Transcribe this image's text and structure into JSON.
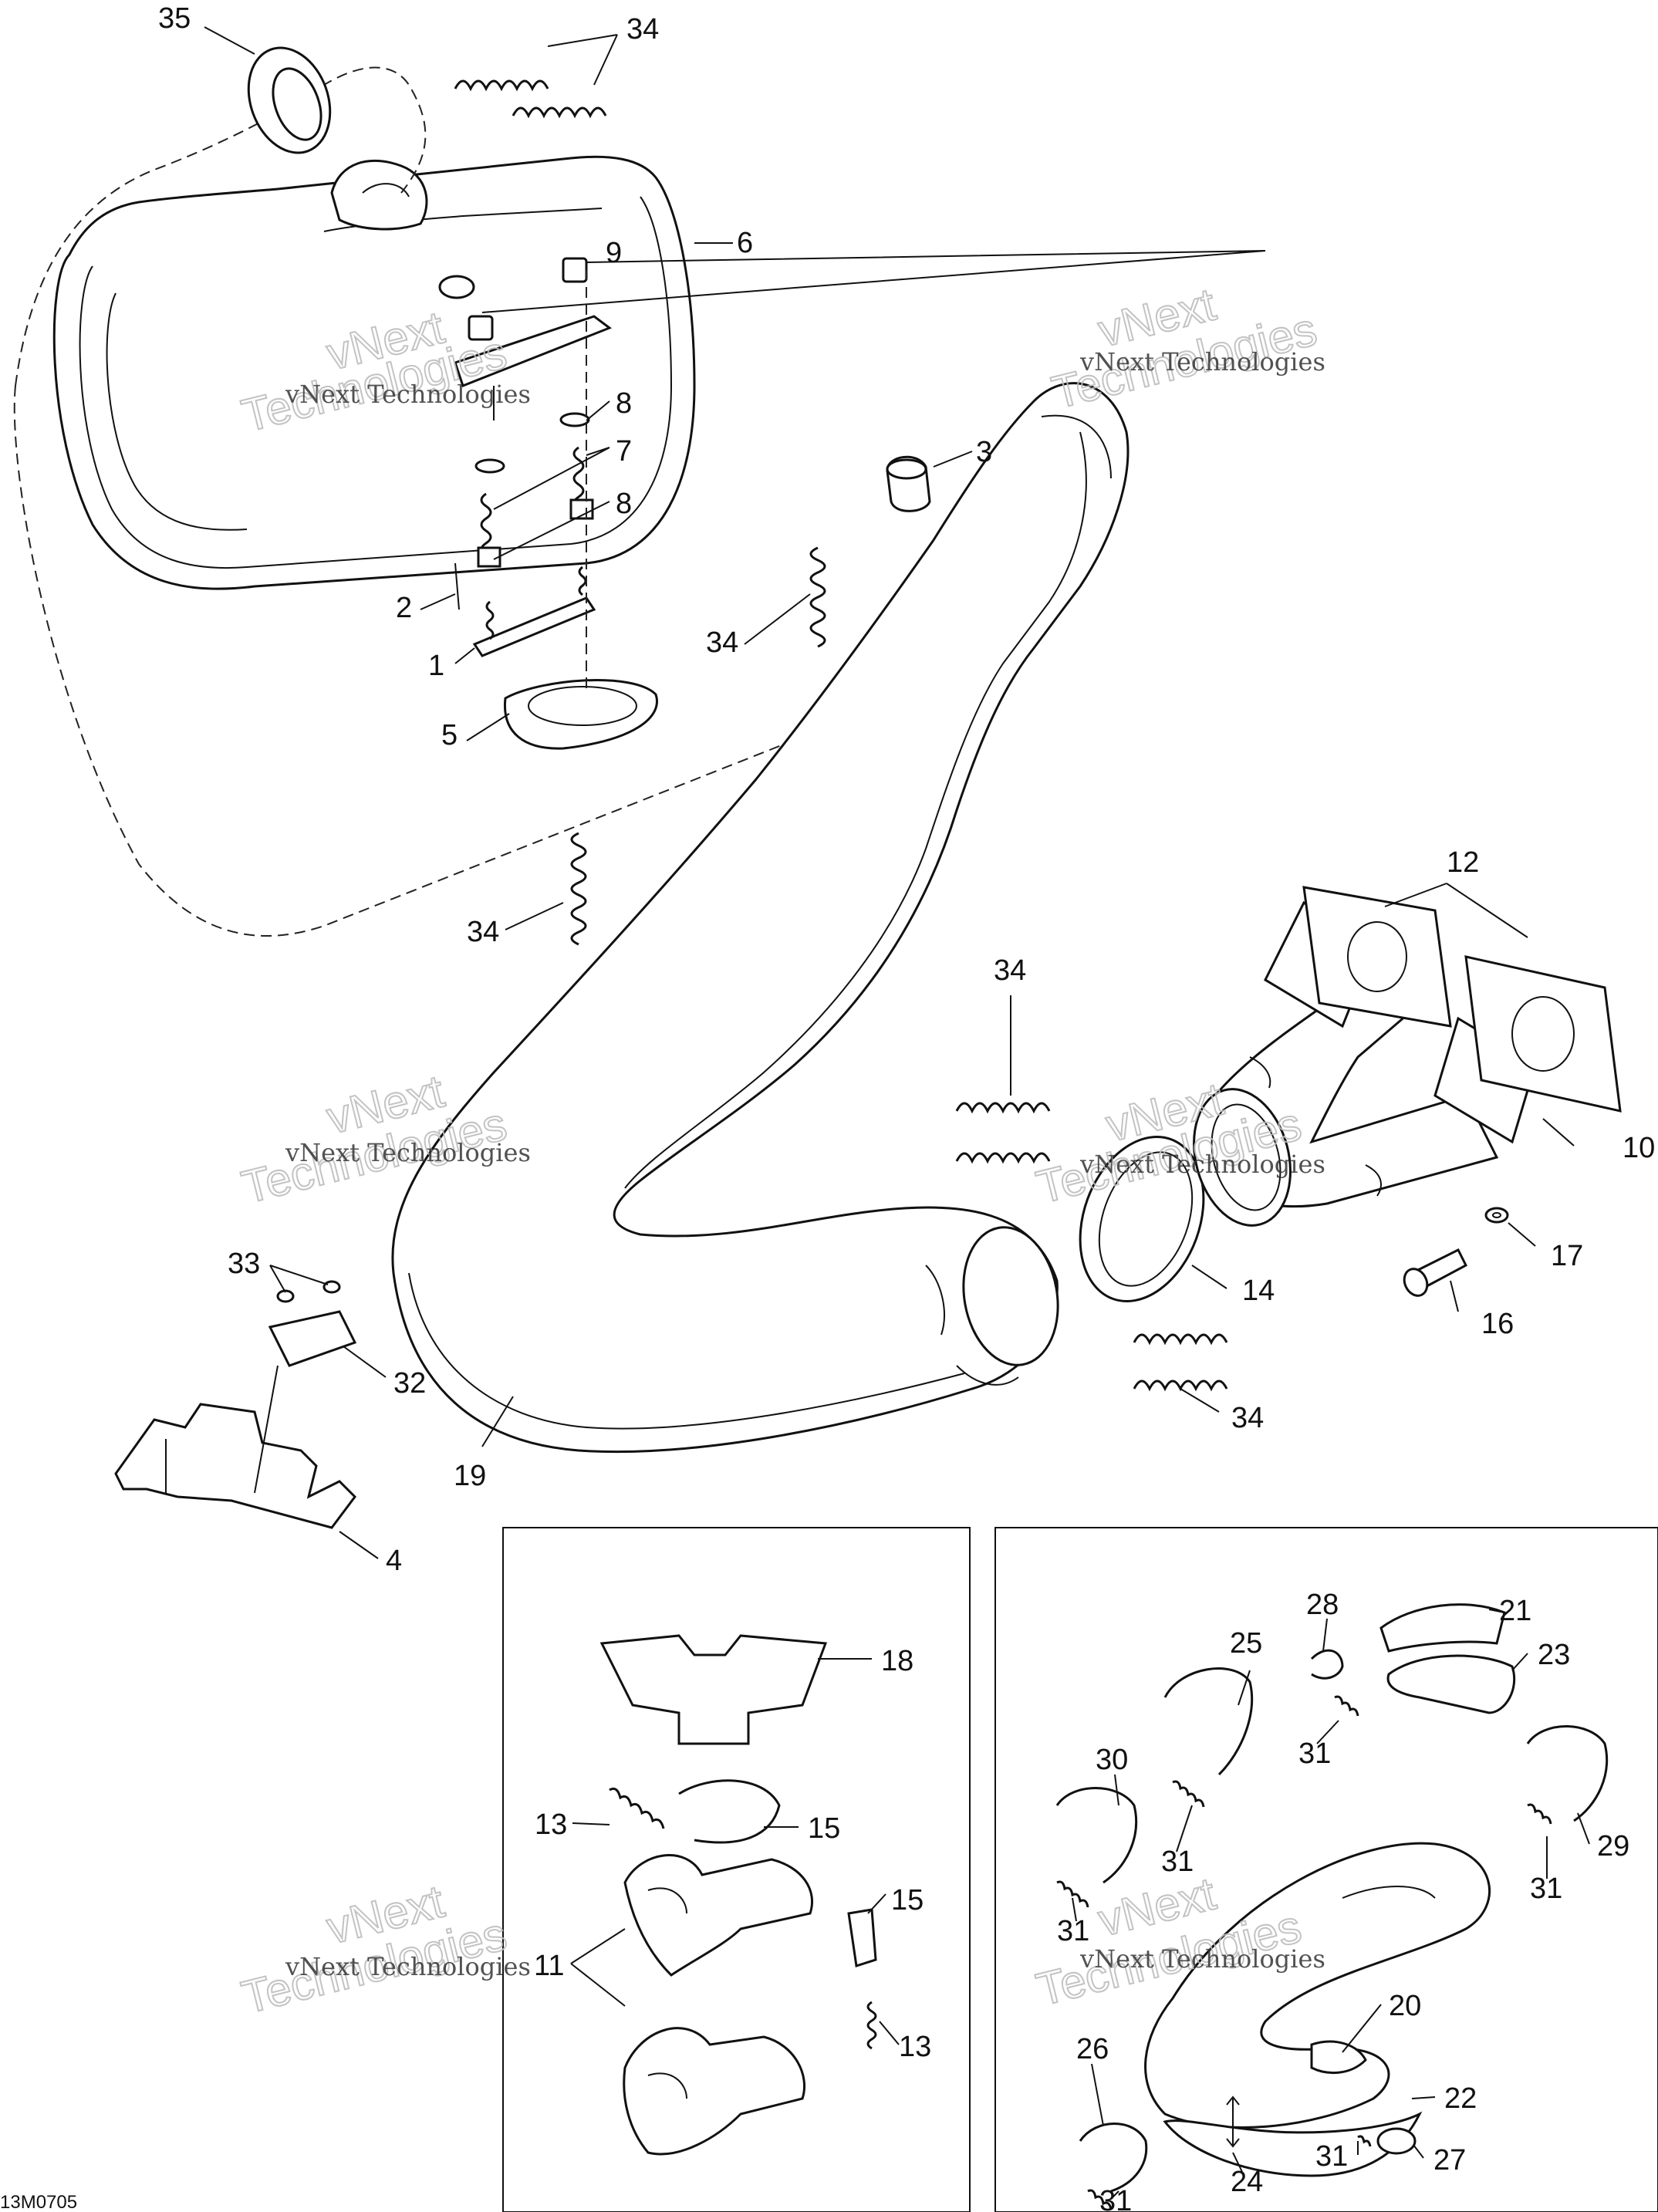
{
  "reference_code": "13M0705",
  "watermark": {
    "line1": "vNext Technologies",
    "line2": "vNext",
    "line3": "Technologies"
  },
  "callouts": {
    "c35": "35",
    "c34a": "34",
    "c6": "6",
    "c9": "9",
    "c8a": "8",
    "c7": "7",
    "c8b": "8",
    "c3": "3",
    "c2": "2",
    "c1": "1",
    "c34b": "34",
    "c5": "5",
    "c34c": "34",
    "c12": "12",
    "c34d": "34",
    "c10": "10",
    "c17": "17",
    "c14": "14",
    "c16": "16",
    "c33": "33",
    "c32": "32",
    "c34e": "34",
    "c19": "19",
    "c4": "4",
    "c18": "18",
    "c13a": "13",
    "c15a": "15",
    "c15b": "15",
    "c11": "11",
    "c13b": "13",
    "c28": "28",
    "c21": "21",
    "c25": "25",
    "c23": "23",
    "c30": "30",
    "c31a": "31",
    "c31b": "31",
    "c29": "29",
    "c31c": "31",
    "c31d": "31",
    "c20": "20",
    "c26": "26",
    "c22": "22",
    "c24": "24",
    "c31e": "31",
    "c27": "27",
    "c31f": "31"
  }
}
